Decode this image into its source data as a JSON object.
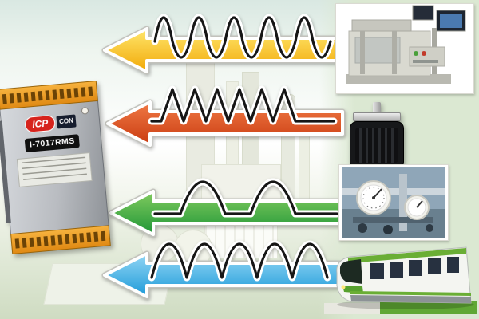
{
  "device": {
    "brand_primary": "ICP",
    "brand_secondary": "CON",
    "model": "I-7017RMS",
    "brand_color": "#d6231c"
  },
  "signals": [
    {
      "name": "sine-wave",
      "arrow_color_light": "#ffe76e",
      "arrow_color_dark": "#f1a806"
    },
    {
      "name": "triangle-wave",
      "arrow_color_light": "#f07a45",
      "arrow_color_dark": "#c93a10"
    },
    {
      "name": "half-sine-pulse-wave",
      "arrow_color_light": "#82cb5f",
      "arrow_color_dark": "#1f9637"
    },
    {
      "name": "arch-wave",
      "arrow_color_light": "#93d6f5",
      "arrow_color_dark": "#1d9ad8"
    }
  ],
  "photos": [
    {
      "name": "industrial-machine"
    },
    {
      "name": "stepper-motor"
    },
    {
      "name": "pressure-gauges-plant"
    },
    {
      "name": "electric-train"
    }
  ],
  "palette": {
    "background_top": "#d9e8e2",
    "background_bottom": "#cfdcc2",
    "plant_shape": "#e9ebe1"
  }
}
